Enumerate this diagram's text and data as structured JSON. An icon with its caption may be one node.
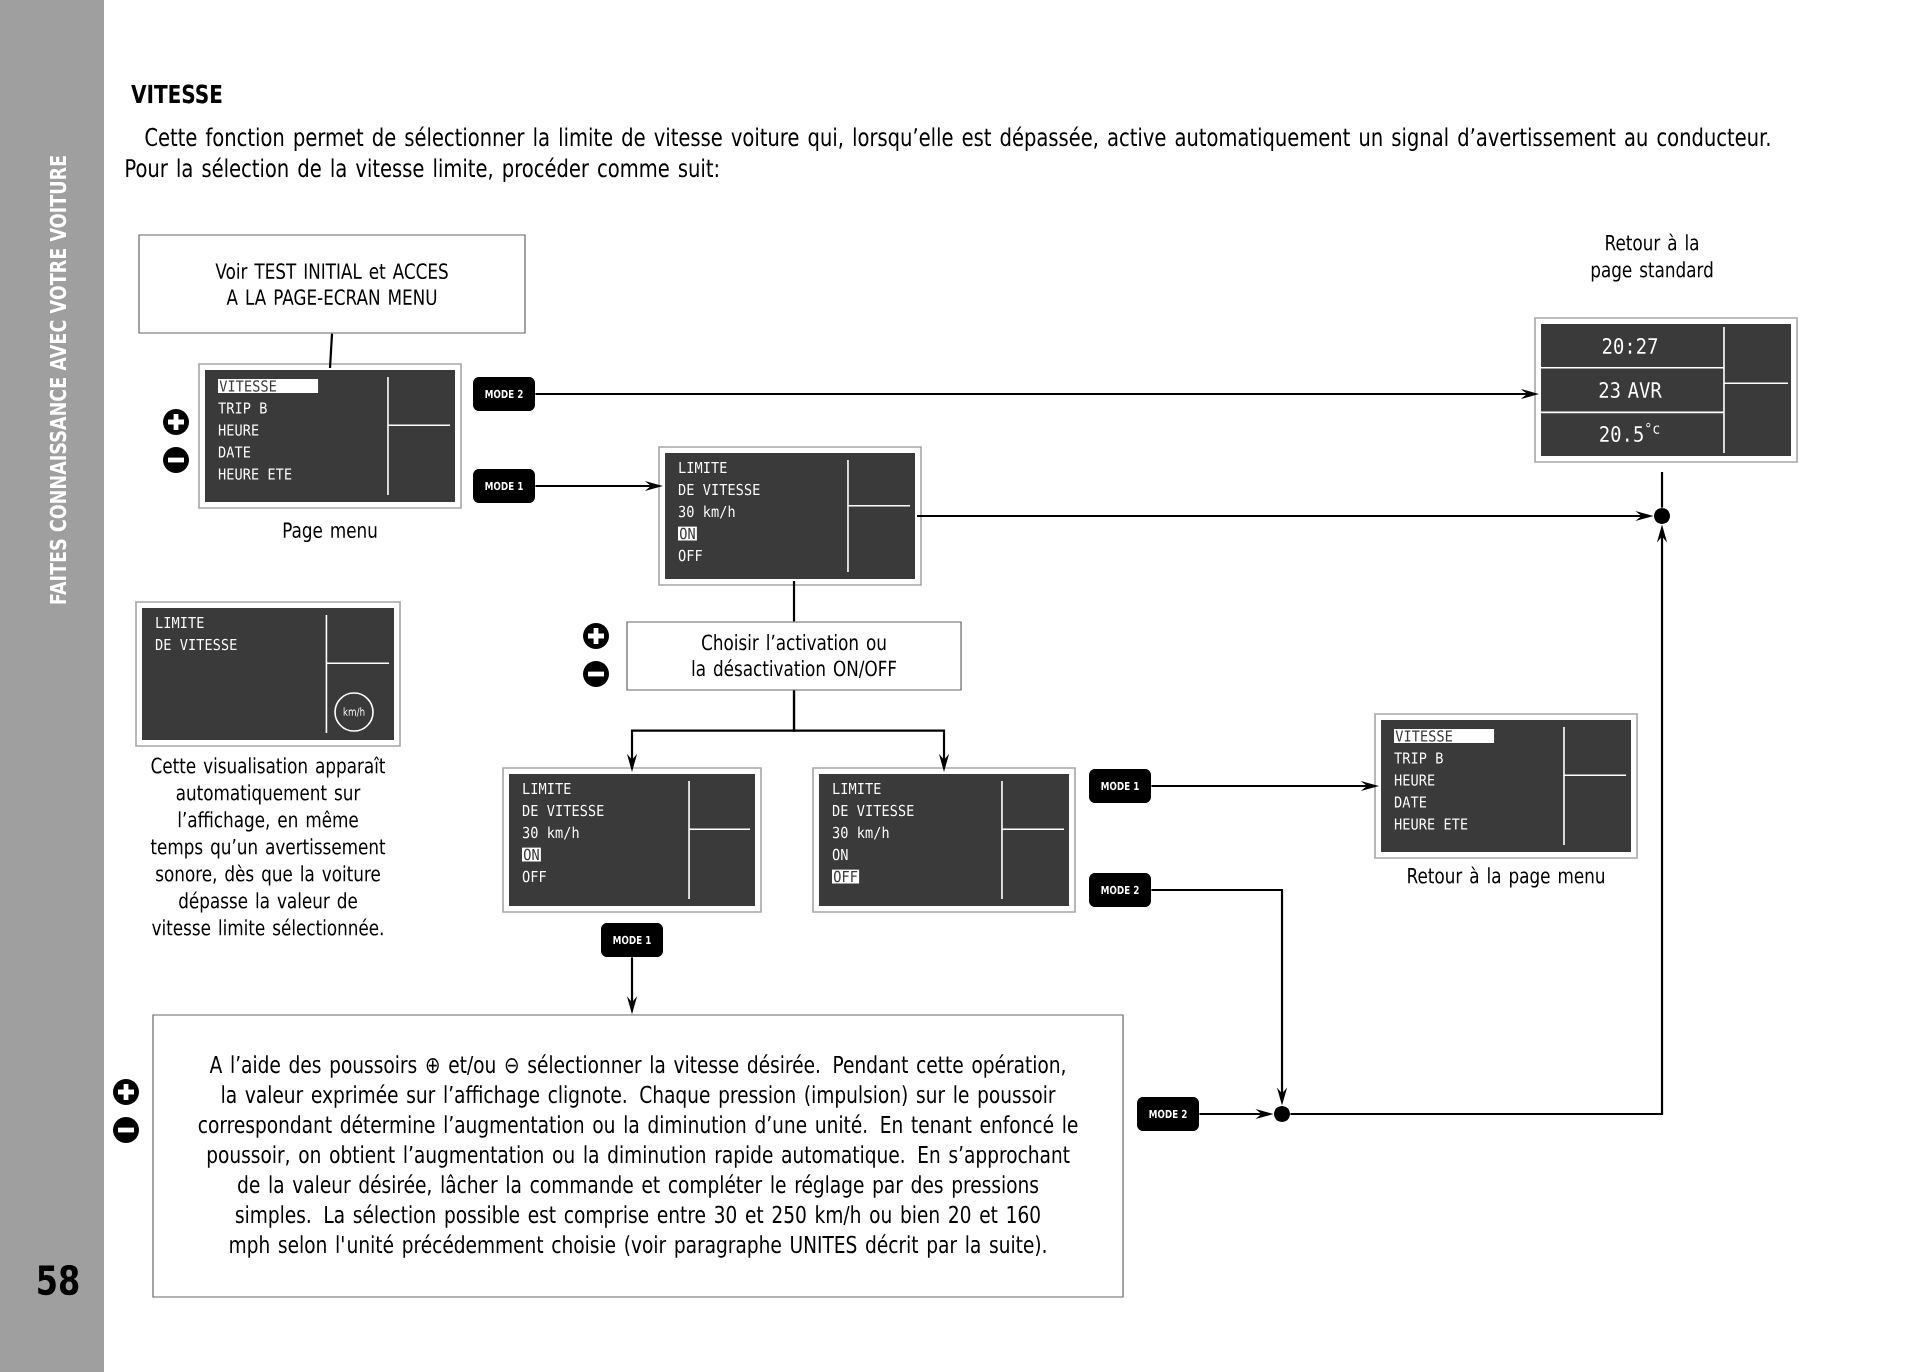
{
  "diagram": {
    "title": "VITESSE",
    "nodes": [
      {
        "text": [
          "Voir TEST INITIAL et ACCES A LA PAGE-ECRAN MENU"
        ]
      },
      {
        "text": [
          "VITESSE",
          "TRIP B",
          "HEURE",
          "DATE",
          "HEURE ETE"
        ],
        "beside": [
          "Page menu"
        ]
      },
      {
        "text": [
          "MODE 2"
        ]
      },
      {
        "text": [
          "MODE 1"
        ]
      },
      {
        "text": [
          "LIMITE",
          "DE VITESSE",
          "30 km/h",
          "ON",
          "OFF"
        ]
      },
      {
        "text": [
          "20:27",
          "23 AVR",
          "20.5$^{°c}$"
        ],
        "beside": [
          "Retour à la page standard"
        ]
      },
      {
        "text": [],
        "shape": "circle"
      },
      {
        "text": [
          "Choisir l’activation ou la désactivation ON/OFF"
        ]
      },
      {
        "text": [
          "LIMITE",
          "DE VITESSE"
        ],
        "beside": [
          "Cette visualisation apparaît automatiquement sur l’affichage, en même temps qu’un avertissement sonore, dès que la voiture dépasse la valeur de vitesse limite sélectionnée."
        ]
      },
      {
        "text": [
          "km/h"
        ],
        "in": 8
      },
      {
        "text": [
          "LIMITE",
          "DE VITESSE",
          "30 km/h",
          "ON",
          "OFF"
        ]
      },
      {
        "text": [
          "LIMITE",
          "DE VITESSE",
          "30 km/h",
          "ON",
          "OFF"
        ]
      },
      {
        "text": [
          "MODE 1"
        ]
      },
      {
        "text": [
          "MODE 2"
        ]
      },
      {
        "text": [
          "VITESSE",
          "TRIP B",
          "HEURE",
          "DATE",
          "HEURE ETE"
        ],
        "beside": [
          "Retour à la page menu"
        ]
      },
      {
        "text": [
          "MODE 1"
        ]
      },
      {
        "text": [
          "A l’aide des poussoirs ⊕ et/ou ⊖ sélectionner la vitesse désirée. Pendant cette opération, la valeur exprimée sur l’affichage clignote. Chaque pression (impulsion) sur le poussoir correspondant détermine l’augmentation ou la diminution d’une unité. En tenant enfoncé le poussoir, on obtient l’augmentation ou la diminution rapide automatique. En s’approchant de la valeur désirée, lâcher la commande et compléter le réglage par des pressions simples. La sélection possible est comprise entre 30 et 250 km/h ou bien 20 et 160 mph selon l'unité précédemment choisie (voir paragraphe UNITES décrit par la suite)."
        ]
      },
      {
        "text": [
          "MODE 2"
        ]
      },
      {
        "text": [],
        "shape": "circle"
      }
    ],
    "edges": [
      {
        "from": 0,
        "to": 1,
        "arrow": "none"
      },
      {
        "from": 2,
        "to": 5,
        "arrow": "to"
      },
      {
        "from": 3,
        "to": 4,
        "arrow": "to"
      },
      {
        "from": 4,
        "to": 6,
        "arrow": "to"
      },
      {
        "from": 5,
        "to": 6,
        "arrow": "none"
      },
      {
        "from": 4,
        "to": 7,
        "arrow": "none"
      },
      {
        "from": 7,
        "to": 10,
        "arrow": "to"
      },
      {
        "from": 7,
        "to": 11,
        "arrow": "to"
      },
      {
        "from": 12,
        "to": 14,
        "arrow": "to"
      },
      {
        "from": 13,
        "to": 18,
        "arrow": "to"
      },
      {
        "from": 15,
        "to": 16,
        "arrow": "to"
      },
      {
        "from": 17,
        "to": 18,
        "arrow": "to"
      },
      {
        "from": 18,
        "to": 6,
        "arrow": "to"
      }
    ],
    "labels": [
      "Cette fonction permet de sélectionner la limite de vitesse voiture qui, lorsqu’elle est dépassée, active automatiquement un signal d’avertissement au conducteur. Pour la sélection de la vitesse limite, procéder comme suit:",
      "FAITES CONNAISSANCE AVEC VOTRE VOITURE",
      "58"
    ]
  }
}
